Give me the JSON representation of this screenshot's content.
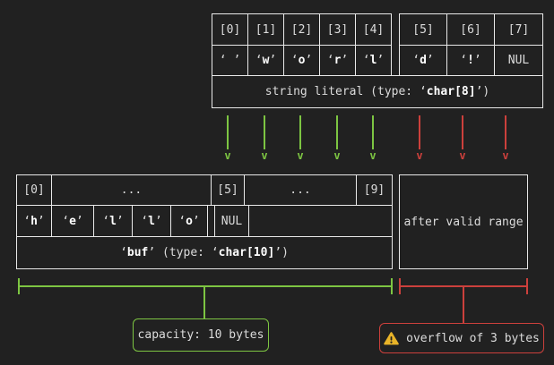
{
  "diagram": {
    "string_literal": {
      "cells": [
        {
          "index": "[0]",
          "char": "‘ ’"
        },
        {
          "index": "[1]",
          "char": "‘w’"
        },
        {
          "index": "[2]",
          "char": "‘o’"
        },
        {
          "index": "[3]",
          "char": "‘r’"
        },
        {
          "index": "[4]",
          "char": "‘l’"
        },
        {
          "index": "[5]",
          "char": "‘d’"
        },
        {
          "index": "[6]",
          "char": "‘!’"
        },
        {
          "index": "[7]",
          "char": "NUL"
        }
      ],
      "label_segments": [
        {
          "text": "string literal (type: ‘"
        },
        {
          "text": "char[8]",
          "bold": true
        },
        {
          "text": "’)"
        }
      ]
    },
    "buf": {
      "index_cells": [
        "[0]",
        "...",
        "[5]",
        "...",
        "[9]"
      ],
      "char_cells": [
        "‘h’",
        "‘e’",
        "‘l’",
        "‘l’",
        "‘o’",
        "",
        "NUL",
        ""
      ],
      "label_segments": [
        {
          "text": "‘"
        },
        {
          "text": "buf",
          "bold": true
        },
        {
          "text": "’ (type: ‘"
        },
        {
          "text": "char[10]",
          "bold": true
        },
        {
          "text": "’)"
        }
      ]
    },
    "after_valid_range_label": "after valid range",
    "arrows": {
      "valid_count": 5,
      "overflow_count": 3,
      "glyph": "v"
    },
    "capacity_label": "capacity: 10 bytes",
    "overflow_label": "overflow of 3 bytes",
    "warning_icon": "warning-triangle-icon",
    "colors": {
      "background": "#212121",
      "border_line": "#e9e9e9",
      "text": "#dcdcdc",
      "valid_green": "#7dc542",
      "overflow_red": "#cc403c",
      "warning_yellow": "#e9b429"
    }
  }
}
